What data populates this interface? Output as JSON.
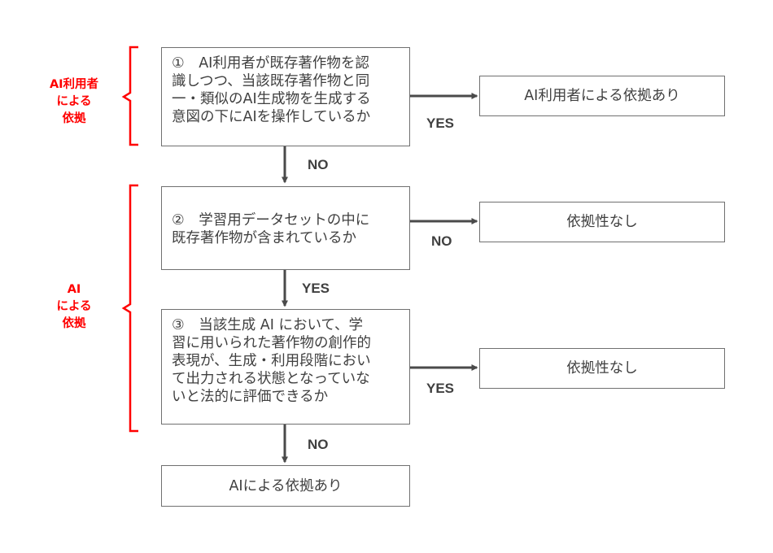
{
  "side_labels": {
    "user": [
      "AI利用者",
      "による",
      "依拠"
    ],
    "ai": [
      "AI",
      "による",
      "依拠"
    ]
  },
  "questions": [
    {
      "lines": [
        "①　AI利用者が既存著作物を認",
        "識しつつ、当該既存著作物と同",
        "一・類似のAI生成物を生成する",
        "意図の下にAIを操作しているか"
      ]
    },
    {
      "lines": [
        "②　学習用データセットの中に",
        "既存著作物が含まれているか"
      ]
    },
    {
      "lines": [
        "③　当該生成 AI において、学",
        "習に用いられた著作物の創作的",
        "表現が、生成・利用段階におい",
        "て出力される状態となっていな",
        "いと法的に評価できるか"
      ]
    }
  ],
  "results": {
    "r1": "AI利用者による依拠あり",
    "r2": "依拠性なし",
    "r3": "依拠性なし",
    "r4": "AIによる依拠あり"
  },
  "edge_labels": {
    "q1_yes": "YES",
    "q1_no": "NO",
    "q2_no": "NO",
    "q2_yes": "YES",
    "q3_yes": "YES",
    "q3_no": "NO"
  },
  "colors": {
    "bracket": "#ff0000",
    "arrow": "#4a4a4a",
    "border": "#707070",
    "text": "#404040"
  }
}
